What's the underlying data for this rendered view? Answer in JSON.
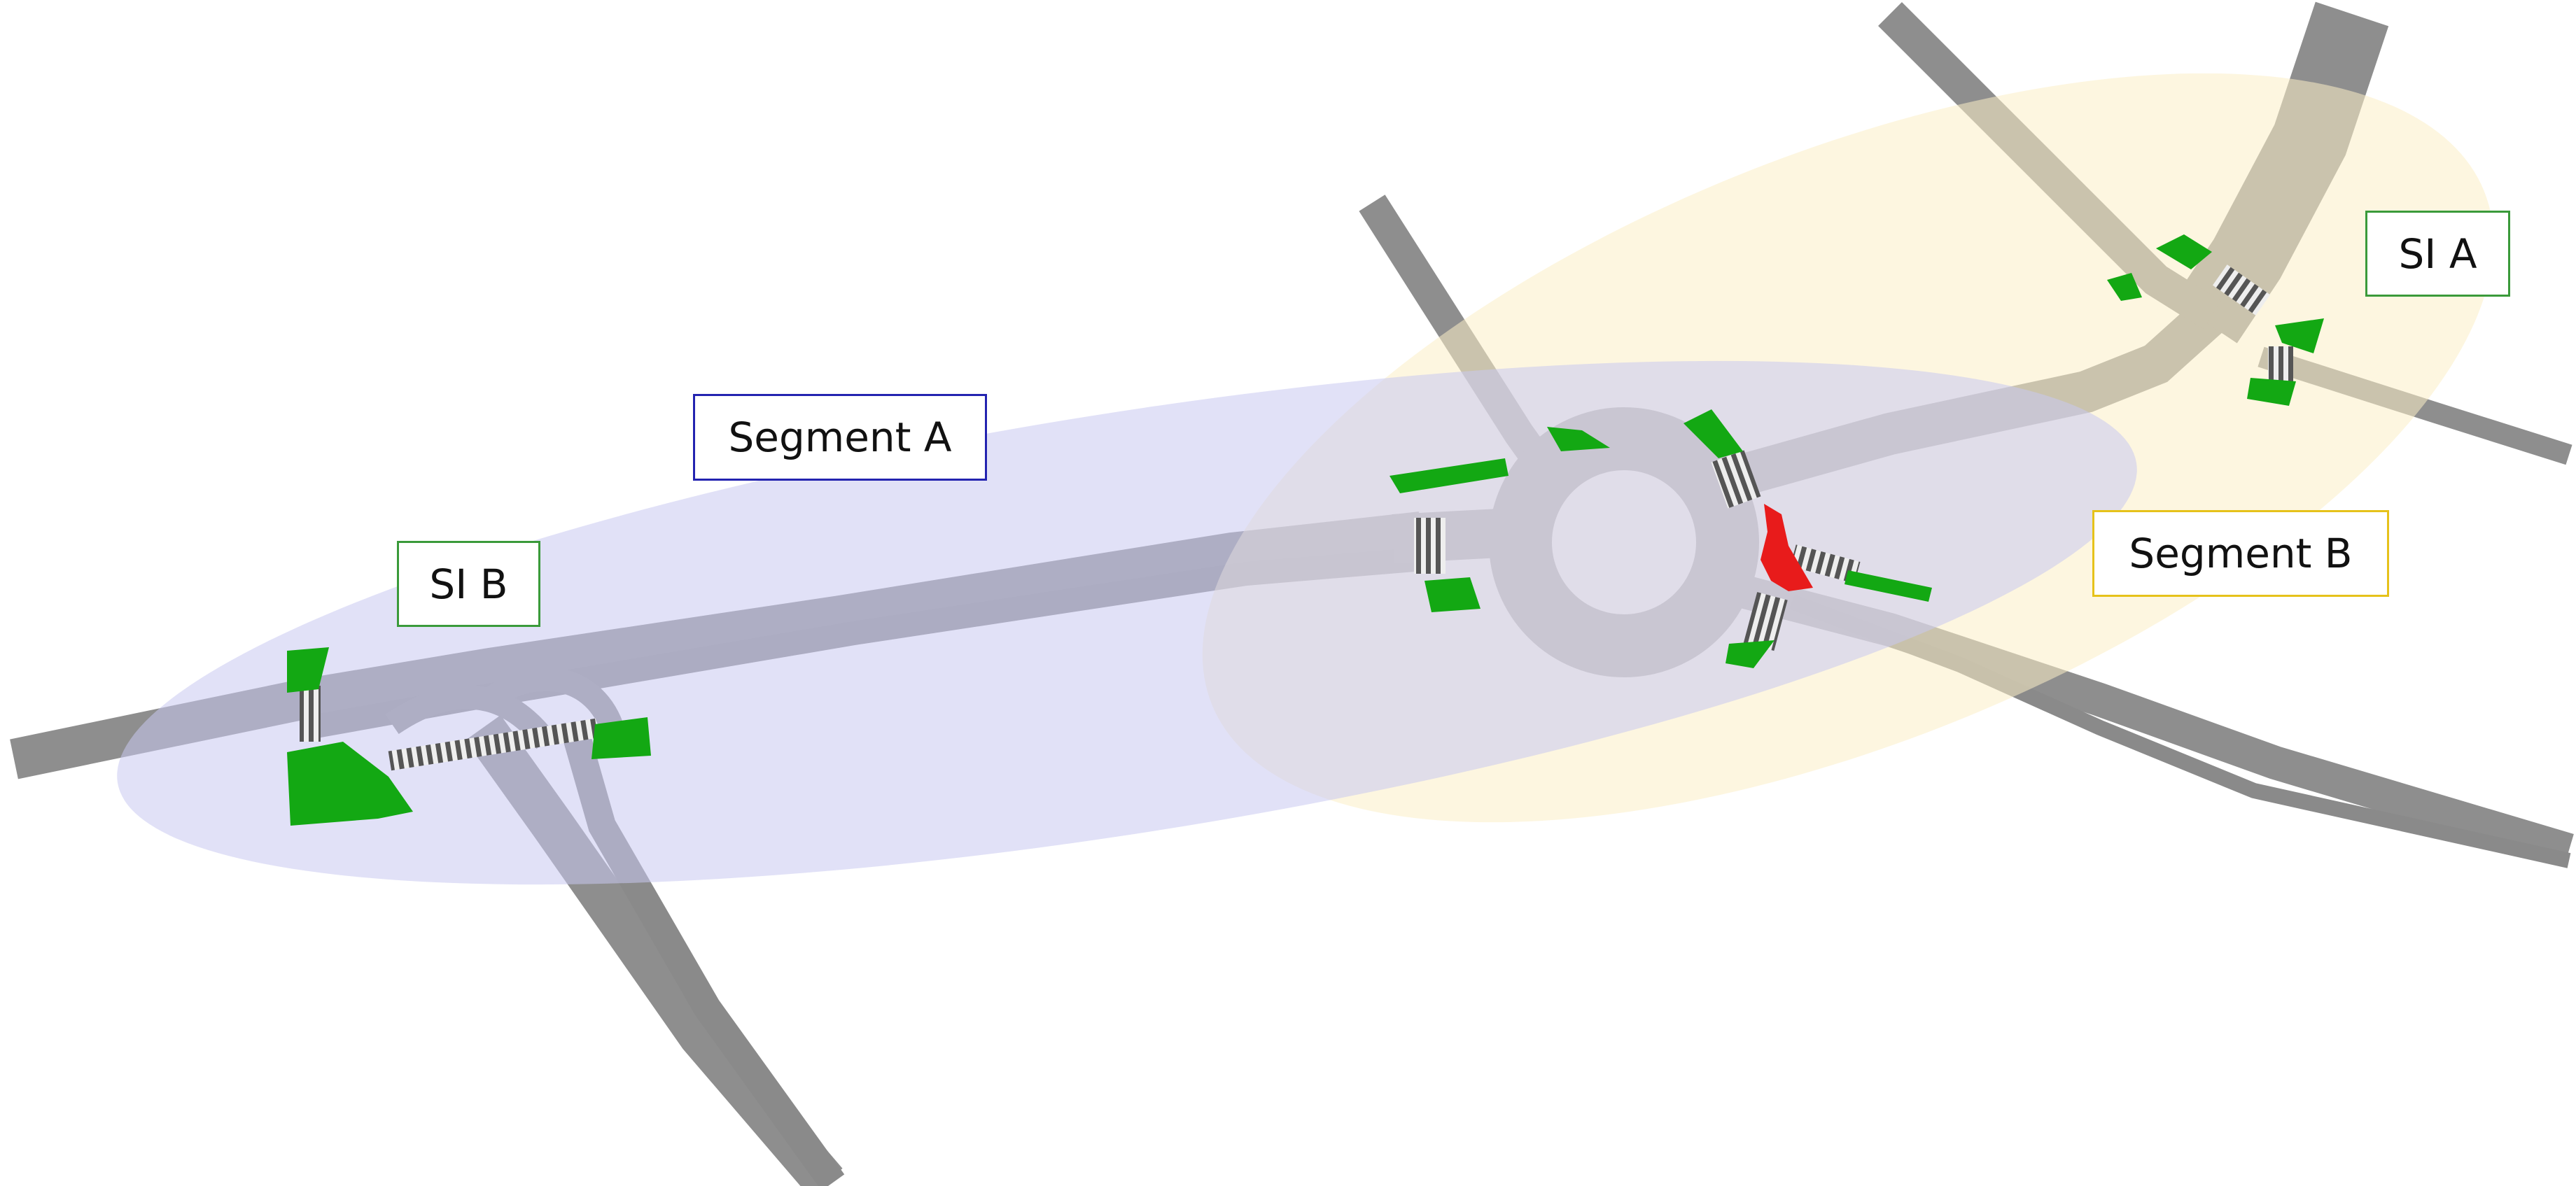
{
  "labels": {
    "segment_a": "Segment A",
    "segment_b": "Segment B",
    "si_a": "SI A",
    "si_b": "SI B"
  },
  "colors": {
    "road": "#8e8e8e",
    "road_edge": "#6f6f6f",
    "crosswalk": "#e8e8e8",
    "pedestrian_island": "#13a813",
    "conflict_area": "#e81b1b",
    "segment_a_zone": "#c8c8f0",
    "segment_a_border": "#2323b0",
    "segment_b_zone": "#fbefc6",
    "segment_b_border": "#e6c21a",
    "si_border": "#3a9a3a"
  }
}
